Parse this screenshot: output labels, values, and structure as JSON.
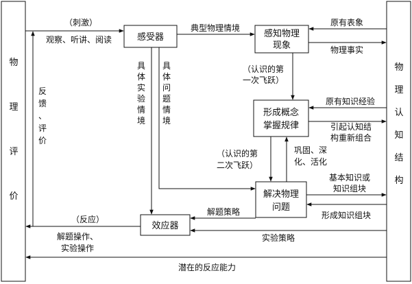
{
  "left_column": {
    "chars": [
      "物",
      "理",
      "评",
      "价"
    ]
  },
  "right_column": {
    "chars": [
      "物",
      "理",
      "认",
      "知",
      "结",
      "构"
    ]
  },
  "boxes": {
    "receptor": "感受器",
    "perceive": [
      "感知物理",
      "现象"
    ],
    "concept": [
      "形成概念",
      "掌握规律"
    ],
    "solve": [
      "解决物理",
      "问题"
    ],
    "effector": "效应器"
  },
  "labels": {
    "stimulus": "（刺激）",
    "observe": "观察、听讲、阅读",
    "typical": "典型物理情境",
    "orig_image": "原有表象",
    "phys_fact": "物理事实",
    "exp_situation": [
      "具",
      "体",
      "实",
      "验",
      "情",
      "境"
    ],
    "prob_situation": [
      "具",
      "体",
      "问",
      "题",
      "情",
      "境"
    ],
    "first_leap": [
      "（认识的第",
      "一次飞跃）"
    ],
    "orig_knowledge": "原有知识经验",
    "restructure": [
      "引起认知结",
      "构重新组合"
    ],
    "second_leap": [
      "（认识的第",
      "二次飞跃）"
    ],
    "consolidate": [
      "巩固、深",
      "化、活化"
    ],
    "basic_knowledge": [
      "基本知识或",
      "知识组块"
    ],
    "form_chunk": "形成知识组块",
    "strategy": "解题策略",
    "feedback": [
      "反",
      "馈",
      "、",
      "评",
      "价"
    ],
    "response": "（反应）",
    "operation": [
      "解题操作、",
      "实验操作"
    ],
    "exp_strategy": "实验策略",
    "latent": "潜在的反应能力"
  }
}
